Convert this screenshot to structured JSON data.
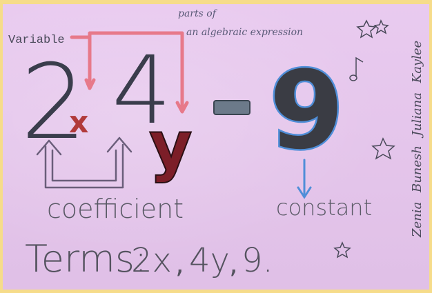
{
  "poster": {
    "title_line1": "parts of",
    "title_line2": "an algebraic expression",
    "expression": {
      "coef_1": "2",
      "var_1": "x",
      "coef_2": "4",
      "var_2": "y",
      "operator": "-",
      "constant": "9"
    },
    "labels": {
      "variable": "Variable",
      "coefficient": "coefficient",
      "constant": "constant"
    },
    "terms": {
      "label": "Terms:",
      "items": [
        "2x",
        "4y",
        "9."
      ],
      "separator": ","
    },
    "names": [
      "Zenia",
      "Bunesh",
      "Juliana",
      "Kaylee"
    ],
    "colors": {
      "paper": "#e7c6ee",
      "border": "#f6dc8a",
      "variable_marker": "#e7798a",
      "constant_marker": "#4f8ed8",
      "ink": "#4b4b6a",
      "pencil": "#5a5a66"
    }
  }
}
